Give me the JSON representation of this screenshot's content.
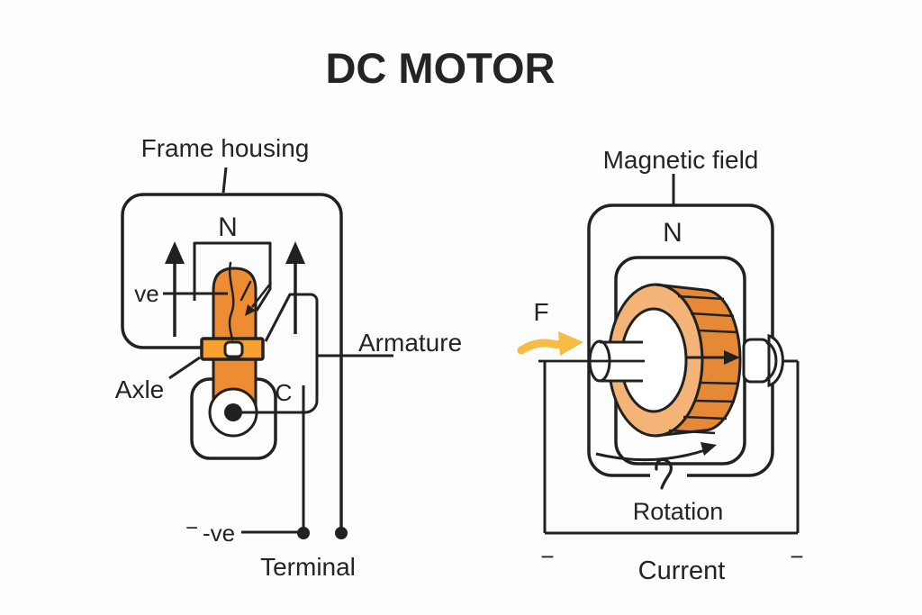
{
  "title": "DC MOTOR",
  "colors": {
    "outline": "#212121",
    "text": "#242424",
    "rotor_orange": "#EE8C33",
    "commutator_orange": "#F5A02F",
    "drum_face_orange": "#F4B478",
    "drum_side_orange": "#E68937",
    "force_arrow_yellow": "#F6BC45",
    "background": "#FDFDFD"
  },
  "front_view": {
    "labels": {
      "frame_housing": "Frame housing",
      "pole": "N",
      "positive_lead": "ve",
      "axle": "Axle",
      "armature": "Armature",
      "commutator_contact": "C",
      "minus_sign": "−",
      "negative_lead": "-ve",
      "terminal": "Terminal"
    }
  },
  "side_view": {
    "labels": {
      "magnetic_field": "Magnetic field",
      "pole": "N",
      "force": "F",
      "rotation": "Rotation",
      "minus_left": "−",
      "minus_right": "−",
      "current": "Current"
    }
  }
}
